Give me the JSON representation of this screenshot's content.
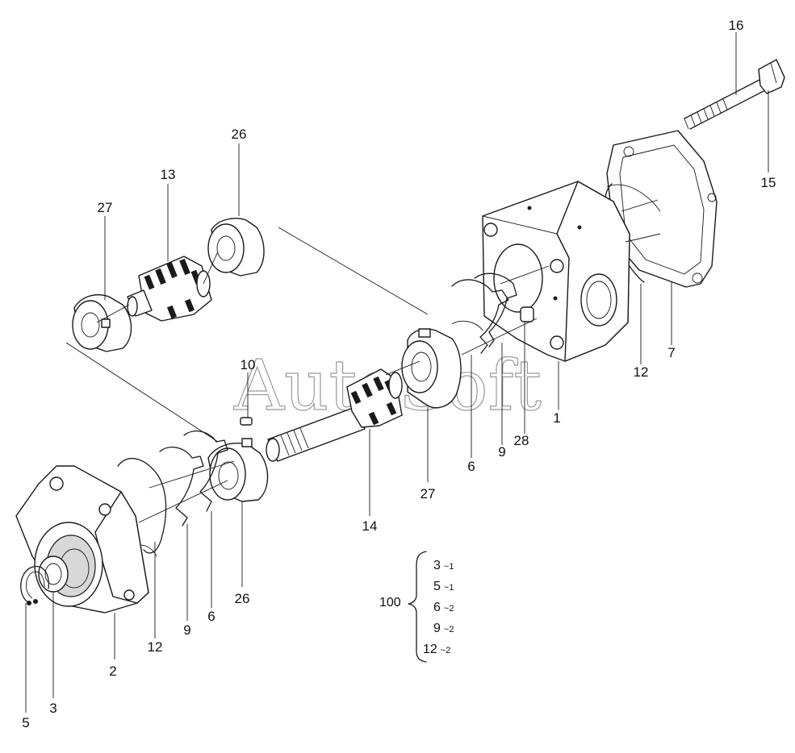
{
  "watermark": "AutoSoft",
  "callouts": [
    {
      "id": "c16",
      "label": "16"
    },
    {
      "id": "c15",
      "label": "15"
    },
    {
      "id": "c26a",
      "label": "26"
    },
    {
      "id": "c13",
      "label": "13"
    },
    {
      "id": "c27a",
      "label": "27"
    },
    {
      "id": "c10",
      "label": "10"
    },
    {
      "id": "c7",
      "label": "7"
    },
    {
      "id": "c12a",
      "label": "12"
    },
    {
      "id": "c1",
      "label": "1"
    },
    {
      "id": "c28",
      "label": "28"
    },
    {
      "id": "c9a",
      "label": "9"
    },
    {
      "id": "c6a",
      "label": "6"
    },
    {
      "id": "c27b",
      "label": "27"
    },
    {
      "id": "c14",
      "label": "14"
    },
    {
      "id": "c26b",
      "label": "26"
    },
    {
      "id": "c6b",
      "label": "6"
    },
    {
      "id": "c9b",
      "label": "9"
    },
    {
      "id": "c12b",
      "label": "12"
    },
    {
      "id": "c2",
      "label": "2"
    },
    {
      "id": "c3",
      "label": "3"
    },
    {
      "id": "c5",
      "label": "5"
    }
  ],
  "kit": {
    "label": "100",
    "items": [
      {
        "part": "3",
        "qty": "~1"
      },
      {
        "part": "5",
        "qty": "~1"
      },
      {
        "part": "6",
        "qty": "~2"
      },
      {
        "part": "9",
        "qty": "~2"
      },
      {
        "part": "12",
        "qty": "~2"
      }
    ]
  }
}
